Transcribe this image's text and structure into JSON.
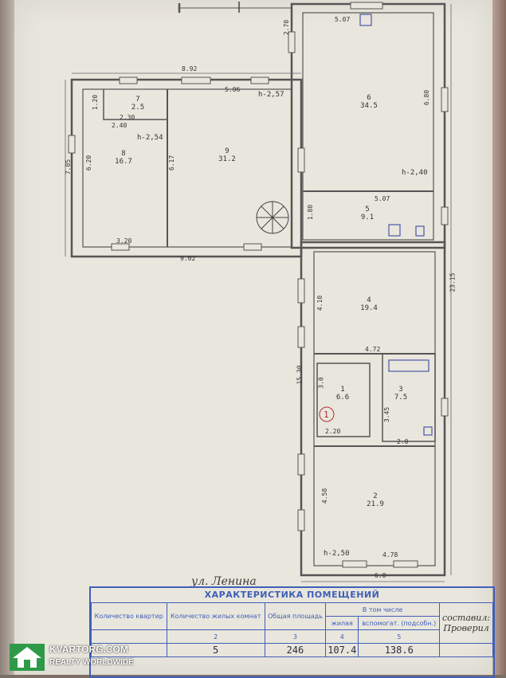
{
  "plan": {
    "dimensions": {
      "top_left_width": "8.92",
      "top_left_inner": "5.06",
      "left_height": "7.05",
      "left_inner_height": "6.20",
      "room8_width": "3.20",
      "bottom_left": "9.02",
      "small_w1": "2.30",
      "small_w2": "2.40",
      "small_h": "1.20",
      "room9_h": "6.17",
      "corridor_h": "2.70",
      "room6_top": "5.07",
      "room6_side": "6.80",
      "room5_top": "5.07",
      "room5_h": "1.80",
      "total_height": "23.15",
      "room4_h": "4.10",
      "room4_w": "4.72",
      "section_h": "15.30",
      "room1_h": "3.0",
      "room1_w": "2.20",
      "room3_h": "3.45",
      "room3_w": "2.0",
      "room2_h": "4.58",
      "room2_w": "4.78",
      "bottom_w": "6.0"
    },
    "heights": {
      "h1": "h-2,57",
      "h2": "h-2,54",
      "h3": "h-2,40",
      "h4": "h-2,50"
    },
    "rooms": [
      {
        "num": "7",
        "area": "2.5"
      },
      {
        "num": "8",
        "area": "16.7"
      },
      {
        "num": "9",
        "area": "31.2"
      },
      {
        "num": "6",
        "area": "34.5"
      },
      {
        "num": "5",
        "area": "9.1"
      },
      {
        "num": "4",
        "area": "19.4"
      },
      {
        "num": "1",
        "area": "6.6"
      },
      {
        "num": "3",
        "area": "7.5"
      },
      {
        "num": "2",
        "area": "21.9"
      }
    ],
    "apartment_mark": "1",
    "street": "ул. Ленина"
  },
  "stamp": {
    "title": "ХАРАКТЕРИСТИКА ПОМЕЩЕНИЙ",
    "headers": [
      "Количество квартир",
      "Количество жилых комнат",
      "Общая площадь",
      "жилая",
      "вспомогат. (подсобн.)"
    ],
    "in_total": "В том числе",
    "col_numbers": [
      "2",
      "3",
      "4",
      "5"
    ],
    "values": [
      "",
      "5",
      "246",
      "107.4",
      "138.6"
    ],
    "signature1": "составил:",
    "signature2": "Проверил"
  },
  "watermark": {
    "line1": "KVARTORG.COM",
    "line2": "REALTY WORLDWIDE"
  },
  "colors": {
    "paper": "#e9e6dd",
    "ink": "#555555",
    "stamp": "#3f5fb8",
    "logo": "#2e9a48"
  }
}
